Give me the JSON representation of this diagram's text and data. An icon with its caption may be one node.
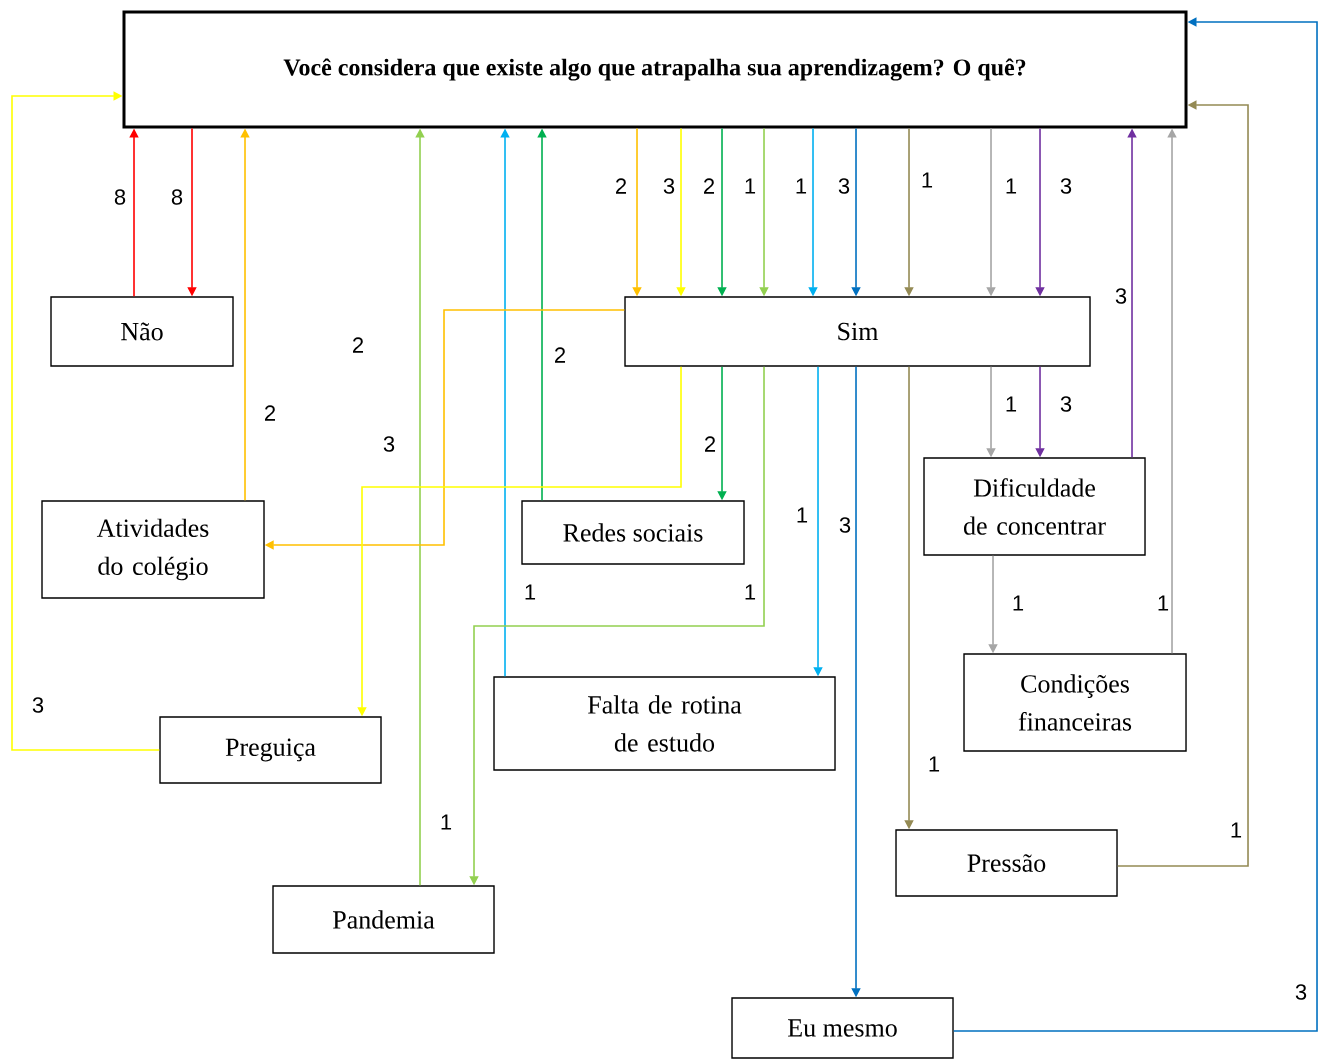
{
  "diagram": {
    "nodes": [
      {
        "text": [
          "Você considera que existe algo que atrapalha sua aprendizagem? O quê?"
        ]
      },
      {
        "text": [
          "Não"
        ]
      },
      {
        "text": [
          "Sim"
        ]
      },
      {
        "text": [
          "Atividades do colégio"
        ]
      },
      {
        "text": [
          "Redes sociais"
        ]
      },
      {
        "text": [
          "Dificuldade de concentrar"
        ]
      },
      {
        "text": [
          "Preguiça"
        ]
      },
      {
        "text": [
          "Falta de rotina de estudo"
        ]
      },
      {
        "text": [
          "Condições financeiras"
        ]
      },
      {
        "text": [
          "Pandemia"
        ]
      },
      {
        "text": [
          "Pressão"
        ]
      },
      {
        "text": [
          "Eu mesmo"
        ]
      }
    ],
    "edges": [
      {
        "from": 1,
        "to": 0,
        "arrow": "to",
        "label": "8",
        "color": "#ff0000"
      },
      {
        "from": 0,
        "to": 1,
        "arrow": "to",
        "label": "8",
        "color": "#ff0000"
      },
      {
        "from": 3,
        "to": 0,
        "arrow": "to",
        "label": "2",
        "color": "#ffc000"
      },
      {
        "from": 9,
        "to": 0,
        "arrow": "to",
        "label": "1",
        "color": "#92d050"
      },
      {
        "from": 7,
        "to": 0,
        "arrow": "to",
        "label": "1",
        "color": "#00b0f0"
      },
      {
        "from": 4,
        "to": 0,
        "arrow": "to",
        "label": "2",
        "color": "#00b050"
      },
      {
        "from": 0,
        "to": 2,
        "arrow": "to",
        "label": "2",
        "color": "#ffc000"
      },
      {
        "from": 0,
        "to": 2,
        "arrow": "to",
        "label": "3",
        "color": "#ffff00"
      },
      {
        "from": 0,
        "to": 2,
        "arrow": "to",
        "label": "2",
        "color": "#00b050"
      },
      {
        "from": 0,
        "to": 2,
        "arrow": "to",
        "label": "1",
        "color": "#92d050"
      },
      {
        "from": 0,
        "to": 2,
        "arrow": "to",
        "label": "1",
        "color": "#00b0f0"
      },
      {
        "from": 0,
        "to": 2,
        "arrow": "to",
        "label": "3",
        "color": "#0070c0"
      },
      {
        "from": 0,
        "to": 2,
        "arrow": "to",
        "label": "1",
        "color": "#948a54"
      },
      {
        "from": 0,
        "to": 2,
        "arrow": "to",
        "label": "1",
        "color": "#a6a6a6"
      },
      {
        "from": 0,
        "to": 2,
        "arrow": "to",
        "label": "3",
        "color": "#7030a0"
      },
      {
        "from": 2,
        "to": 3,
        "arrow": "to",
        "label": "2",
        "color": "#ffc000"
      },
      {
        "from": 2,
        "to": 6,
        "arrow": "to",
        "label": "3",
        "color": "#ffff00"
      },
      {
        "from": 2,
        "to": 4,
        "arrow": "to",
        "label": "2",
        "color": "#00b050"
      },
      {
        "from": 2,
        "to": 9,
        "arrow": "to",
        "label": "1",
        "color": "#92d050"
      },
      {
        "from": 2,
        "to": 7,
        "arrow": "to",
        "label": "1",
        "color": "#00b0f0"
      },
      {
        "from": 2,
        "to": 11,
        "arrow": "to",
        "label": "3",
        "color": "#0070c0"
      },
      {
        "from": 2,
        "to": 10,
        "arrow": "to",
        "label": "1",
        "color": "#948a54"
      },
      {
        "from": 2,
        "to": 5,
        "arrow": "to",
        "label": "1",
        "color": "#a6a6a6"
      },
      {
        "from": 2,
        "to": 5,
        "arrow": "to",
        "label": "3",
        "color": "#7030a0"
      },
      {
        "from": 5,
        "to": 0,
        "arrow": "to",
        "label": "3",
        "color": "#7030a0"
      },
      {
        "from": 5,
        "to": 8,
        "arrow": "to",
        "label": "1",
        "color": "#a6a6a6"
      },
      {
        "from": 8,
        "to": 0,
        "arrow": "to",
        "label": "1",
        "color": "#a6a6a6"
      },
      {
        "from": 10,
        "to": 0,
        "arrow": "to",
        "label": "1",
        "color": "#948a54"
      },
      {
        "from": 11,
        "to": 0,
        "arrow": "to",
        "label": "3",
        "color": "#0070c0"
      },
      {
        "from": 6,
        "to": 0,
        "arrow": "to",
        "label": "3",
        "color": "#ffff00"
      }
    ]
  }
}
